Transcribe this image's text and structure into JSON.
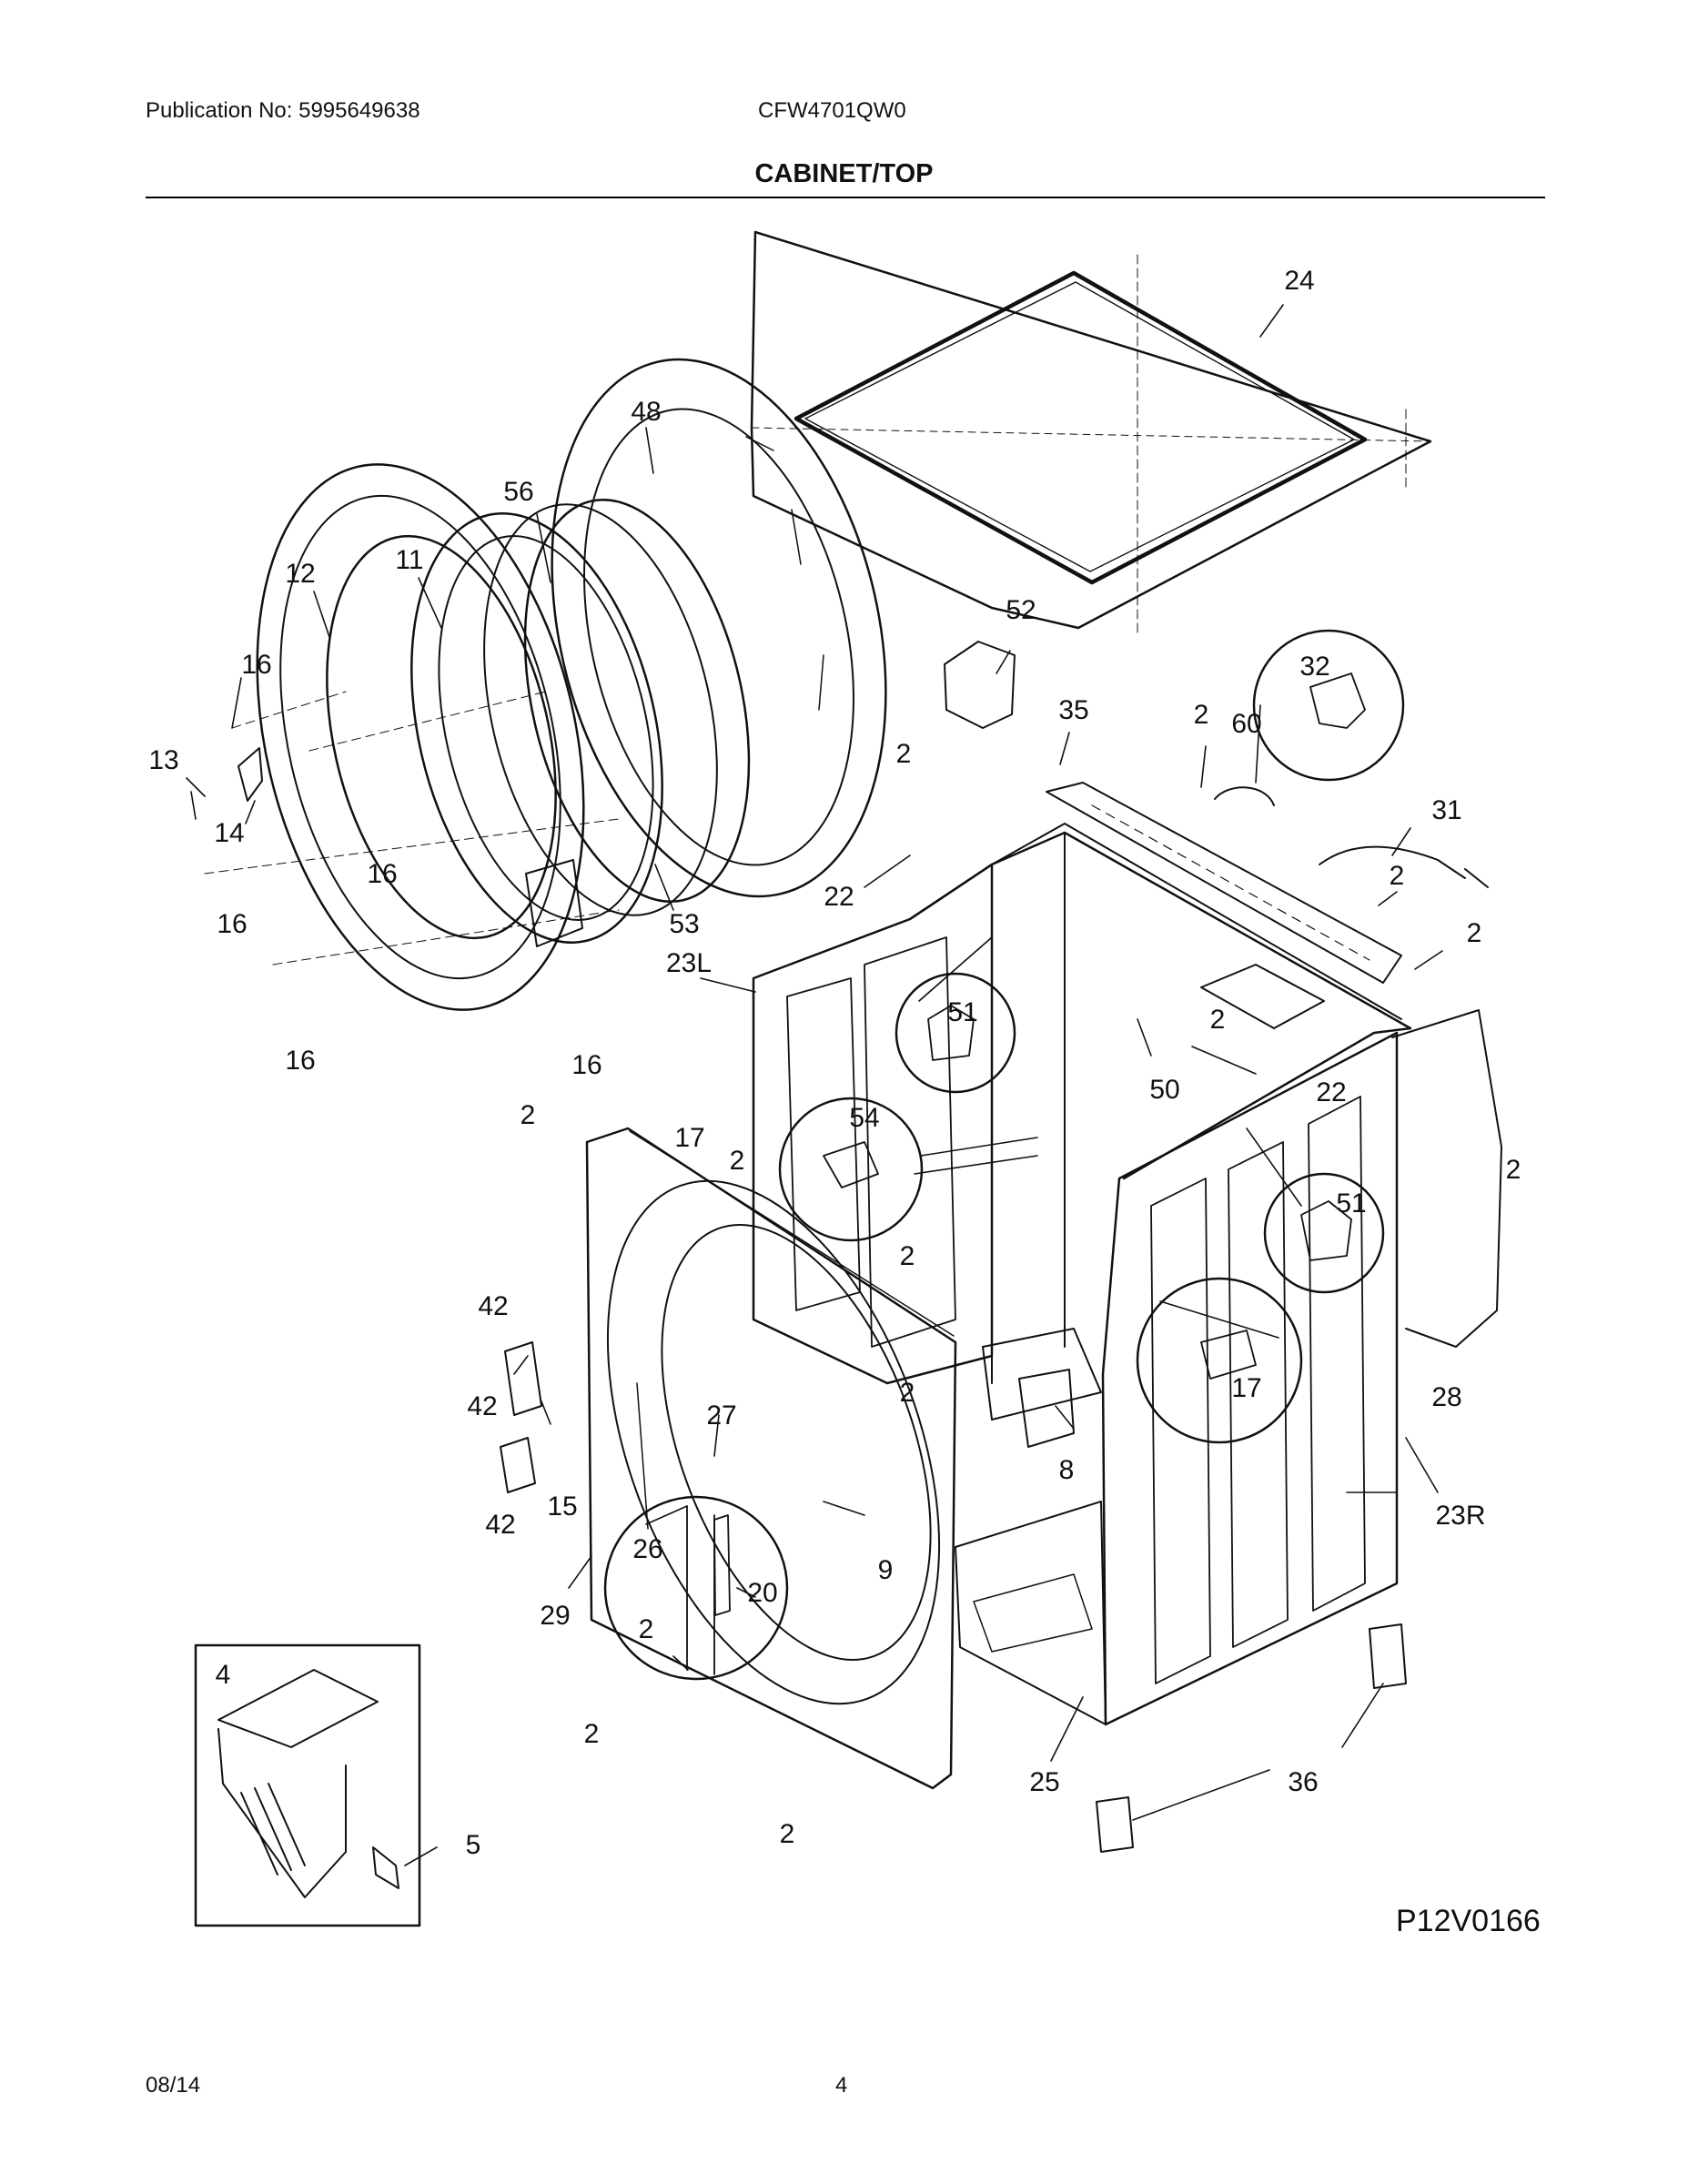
{
  "header": {
    "publication": "Publication No: 5995649638",
    "model": "CFW4701QW0",
    "section": "CABINET/TOP"
  },
  "footer": {
    "date": "08/14",
    "page": "4",
    "figure_id": "P12V0166"
  },
  "callouts": [
    {
      "id": "c24",
      "text": "24"
    },
    {
      "id": "c48",
      "text": "48"
    },
    {
      "id": "c56",
      "text": "56"
    },
    {
      "id": "c12",
      "text": "12"
    },
    {
      "id": "c11",
      "text": "11"
    },
    {
      "id": "c16a",
      "text": "16"
    },
    {
      "id": "c13",
      "text": "13"
    },
    {
      "id": "c14",
      "text": "14"
    },
    {
      "id": "c16b",
      "text": "16"
    },
    {
      "id": "c16c",
      "text": "16"
    },
    {
      "id": "c53",
      "text": "53"
    },
    {
      "id": "c16d",
      "text": "16"
    },
    {
      "id": "c16e",
      "text": "16"
    },
    {
      "id": "c52",
      "text": "52"
    },
    {
      "id": "c35",
      "text": "35"
    },
    {
      "id": "c2a",
      "text": "2"
    },
    {
      "id": "c60",
      "text": "60"
    },
    {
      "id": "c32",
      "text": "32"
    },
    {
      "id": "c31",
      "text": "31"
    },
    {
      "id": "c2b",
      "text": "2"
    },
    {
      "id": "c2c",
      "text": "2"
    },
    {
      "id": "c22a",
      "text": "22"
    },
    {
      "id": "c23L",
      "text": "23L"
    },
    {
      "id": "c2d",
      "text": "2"
    },
    {
      "id": "c51a",
      "text": "51"
    },
    {
      "id": "c2e",
      "text": "2"
    },
    {
      "id": "c2f",
      "text": "2"
    },
    {
      "id": "c50",
      "text": "50"
    },
    {
      "id": "c22b",
      "text": "22"
    },
    {
      "id": "c2g",
      "text": "2"
    },
    {
      "id": "c54",
      "text": "54"
    },
    {
      "id": "c17a",
      "text": "17"
    },
    {
      "id": "c2h",
      "text": "2"
    },
    {
      "id": "c2i",
      "text": "2"
    },
    {
      "id": "c51b",
      "text": "51"
    },
    {
      "id": "c42a",
      "text": "42"
    },
    {
      "id": "c42b",
      "text": "42"
    },
    {
      "id": "c2j",
      "text": "2"
    },
    {
      "id": "c27",
      "text": "27"
    },
    {
      "id": "c17b",
      "text": "17"
    },
    {
      "id": "c28",
      "text": "28"
    },
    {
      "id": "c8",
      "text": "8"
    },
    {
      "id": "c42c",
      "text": "42"
    },
    {
      "id": "c15",
      "text": "15"
    },
    {
      "id": "c23R",
      "text": "23R"
    },
    {
      "id": "c26",
      "text": "26"
    },
    {
      "id": "c20",
      "text": "20"
    },
    {
      "id": "c9",
      "text": "9"
    },
    {
      "id": "c29",
      "text": "29"
    },
    {
      "id": "c2k",
      "text": "2"
    },
    {
      "id": "c4",
      "text": "4"
    },
    {
      "id": "c2l",
      "text": "2"
    },
    {
      "id": "c25",
      "text": "25"
    },
    {
      "id": "c36",
      "text": "36"
    },
    {
      "id": "c2m",
      "text": "2"
    },
    {
      "id": "c5",
      "text": "5"
    }
  ]
}
